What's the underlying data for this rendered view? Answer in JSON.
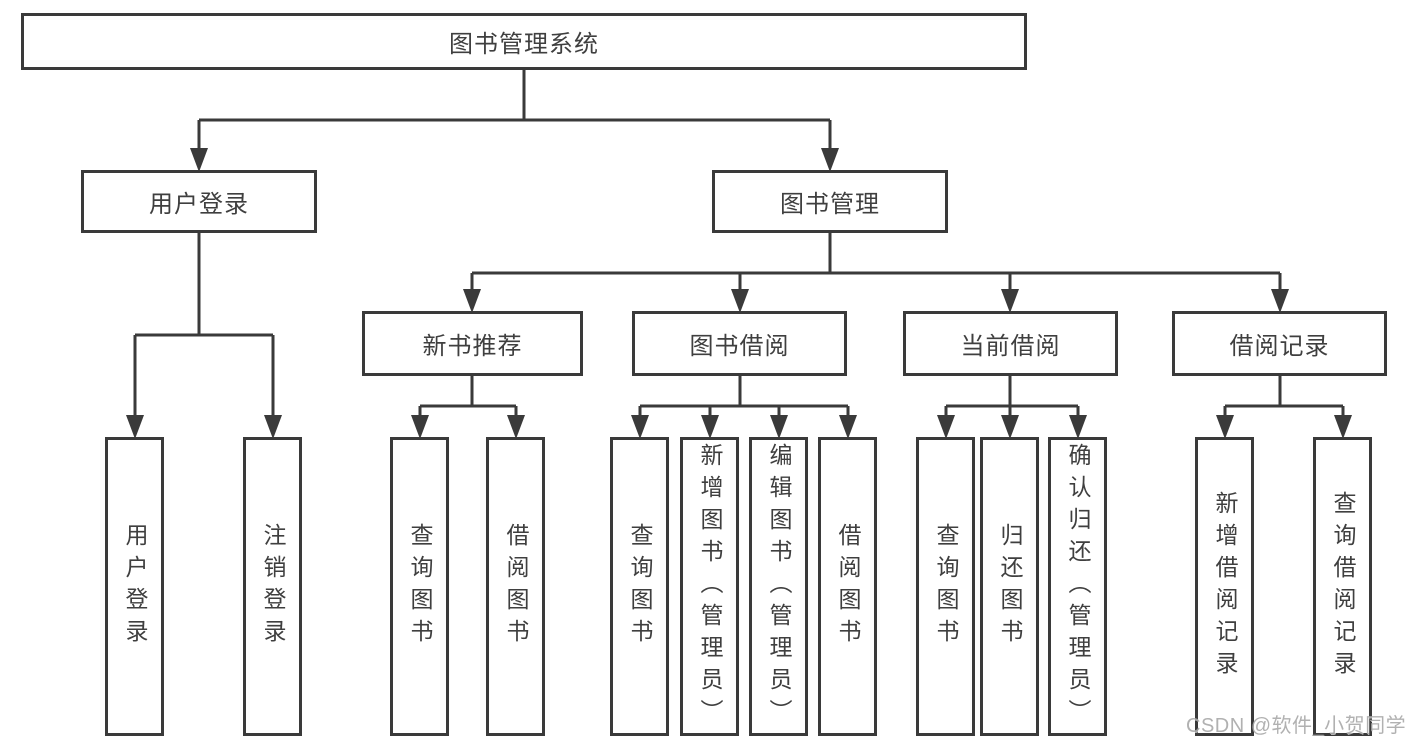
{
  "diagram": {
    "root": {
      "label": "图书管理系统"
    },
    "level2": {
      "user_login": {
        "label": "用户登录"
      },
      "book_management": {
        "label": "图书管理"
      }
    },
    "level3": {
      "new_book_recommend": {
        "label": "新书推荐"
      },
      "book_borrow": {
        "label": "图书借阅"
      },
      "current_borrow": {
        "label": "当前借阅"
      },
      "borrow_records": {
        "label": "借阅记录"
      }
    },
    "leaves": {
      "user_login": {
        "label": "用户登录"
      },
      "logout": {
        "label": "注销登录"
      },
      "recommend_query_books": {
        "label": "查询图书"
      },
      "recommend_borrow_books": {
        "label": "借阅图书"
      },
      "borrow_query_books": {
        "label": "查询图书"
      },
      "borrow_add_books": {
        "label": "新增图书（管理员）"
      },
      "borrow_edit_books": {
        "label": "编辑图书（管理员）"
      },
      "borrow_borrow_books": {
        "label": "借阅图书"
      },
      "current_query_books": {
        "label": "查询图书"
      },
      "current_return_books": {
        "label": "归还图书"
      },
      "current_confirm_return": {
        "label": "确认归还（管理员）"
      },
      "records_add_record": {
        "label": "新增借阅记录"
      },
      "records_query_record": {
        "label": "查询借阅记录"
      }
    }
  },
  "watermark": {
    "text": "CSDN @软件_小贺同学"
  },
  "colors": {
    "line": "#3a3a3a",
    "text": "#3f3f3f",
    "background": "#ffffff",
    "watermark": "#a9a9a9"
  }
}
